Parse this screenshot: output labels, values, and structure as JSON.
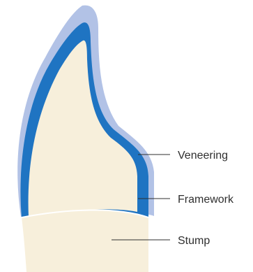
{
  "labels": {
    "veneering": "Veneering",
    "framework": "Framework",
    "stump": "Stump"
  },
  "colors": {
    "veneering": "#b2c2e6",
    "framework": "#1f74c2",
    "stump": "#f7efdb",
    "leader_line": "#2f2f2f"
  }
}
